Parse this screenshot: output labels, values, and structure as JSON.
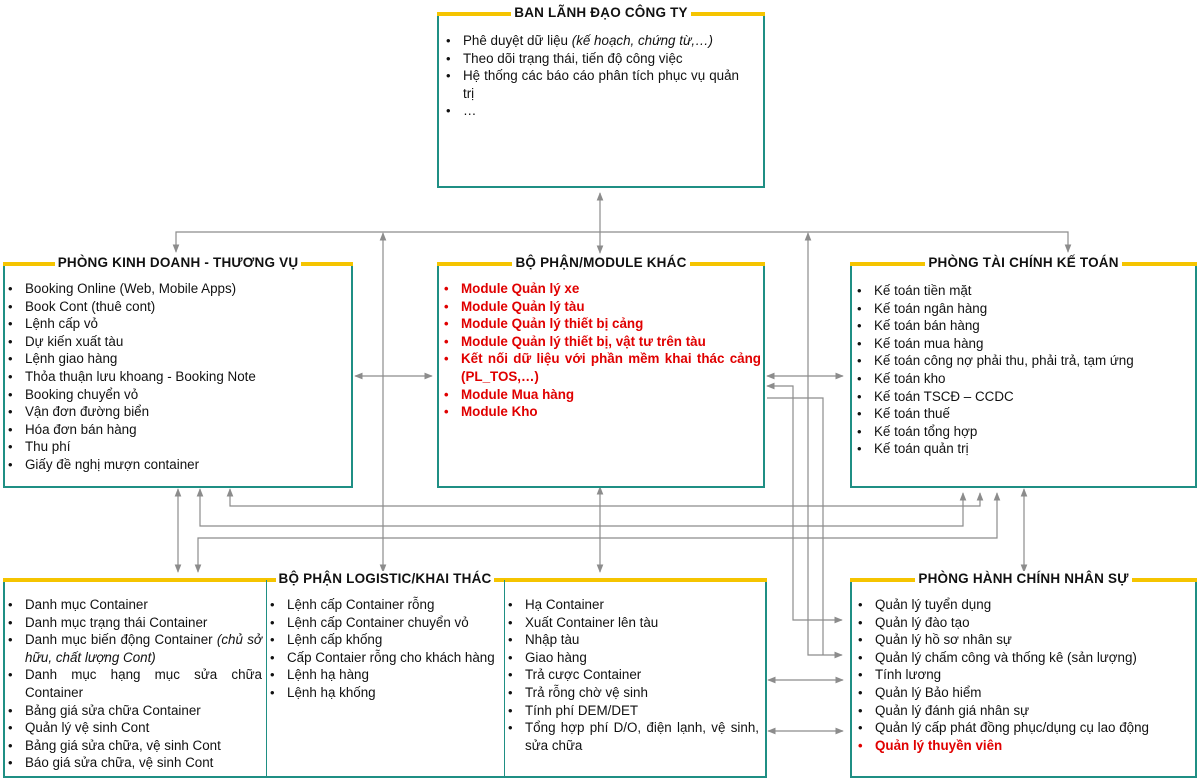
{
  "leadership": {
    "title": "BAN LÃNH ĐẠO CÔNG TY",
    "items": [
      {
        "text": "Phê duyệt dữ liệu ",
        "italic": "(kế hoạch, chứng từ,…)"
      },
      {
        "text": "Theo dõi trạng thái, tiến độ công việc"
      },
      {
        "text": "Hệ thống các báo cáo phân tích phục vụ quản trị"
      },
      {
        "text": "…"
      }
    ]
  },
  "sales": {
    "title": "PHÒNG KINH DOANH - THƯƠNG VỤ",
    "items": [
      "Booking Online (Web, Mobile Apps)",
      "Book Cont (thuê cont)",
      "Lệnh cấp vỏ",
      "Dự kiến xuất tàu",
      "Lệnh giao hàng",
      "Thỏa thuận lưu khoang - Booking Note",
      "Booking chuyển vỏ",
      "Vận đơn đường biển",
      "Hóa đơn bán hàng",
      "Thu phí",
      "Giấy đề nghị mượn container"
    ]
  },
  "modules": {
    "title": "BỘ PHẬN/MODULE KHÁC",
    "items": [
      "Module Quản lý xe",
      "Module Quản lý tàu",
      "Module Quản lý thiết bị cảng",
      "Module Quản lý thiết bị, vật tư trên tàu",
      "Kết nối dữ liệu với phần mềm khai thác cảng (PL_TOS,…)",
      "Module Mua hàng",
      "Module Kho"
    ]
  },
  "finance": {
    "title": "PHÒNG TÀI CHÍNH KẾ TOÁN",
    "items": [
      "Kế toán tiền mặt",
      "Kế toán ngân hàng",
      "Kế toán bán hàng",
      "Kế toán mua hàng",
      "Kế toán công nợ phải thu, phải trả, tạm ứng",
      "Kế toán kho",
      "Kế toán TSCĐ – CCDC",
      "Kế toán thuế",
      "Kế toán tổng hợp",
      "Kế toán quản trị"
    ]
  },
  "logistics": {
    "title": "BỘ PHẬN LOGISTIC/KHAI THÁC",
    "col1": [
      {
        "text": "Danh mục Container"
      },
      {
        "text": "Danh mục trạng thái Container"
      },
      {
        "text": "Danh mục biến động Container ",
        "italic": "(chủ sở hữu, chất lượng Cont)"
      },
      {
        "text": "Danh mục hạng mục sửa chữa Container"
      },
      {
        "text": "Bảng giá sửa chữa Container"
      },
      {
        "text": "Quản lý vệ sinh Cont"
      },
      {
        "text": "Bảng giá sửa chữa, vệ sinh Cont"
      },
      {
        "text": "Báo giá sửa chữa, vệ sinh Cont"
      }
    ],
    "col2": [
      "Lệnh cấp Container rỗng",
      "Lệnh cấp Container chuyển vỏ",
      "Lệnh cấp khống",
      "Cấp Contaier rỗng cho khách hàng",
      "Lệnh hạ hàng",
      "Lệnh hạ khống"
    ],
    "col3": [
      "Hạ Container",
      "Xuất Container lên tàu",
      "Nhập tàu",
      "Giao hàng",
      "Trả cược Container",
      "Trả rỗng chờ vệ sinh",
      "Tính phí DEM/DET",
      "Tổng hợp phí D/O, điện lạnh, vệ sinh, sửa chữa"
    ]
  },
  "hr": {
    "title": "PHÒNG HÀNH CHÍNH NHÂN SỰ",
    "items": [
      "Quản lý tuyển dụng",
      "Quản lý đào tạo",
      "Quản lý hồ sơ nhân sự",
      "Quản lý chấm công và thống kê (sản lượng)",
      "Tính lương",
      "Quản lý Bảo hiểm",
      "Quản lý đánh giá nhân sự",
      "Quản lý cấp phát đồng phục/dụng cụ lao động"
    ],
    "red_item": "Quản lý thuyền viên"
  },
  "colors": {
    "border": "#1f8f84",
    "title_bar": "#f5c400",
    "highlight": "#e00000",
    "connector": "#8c8c8c"
  }
}
